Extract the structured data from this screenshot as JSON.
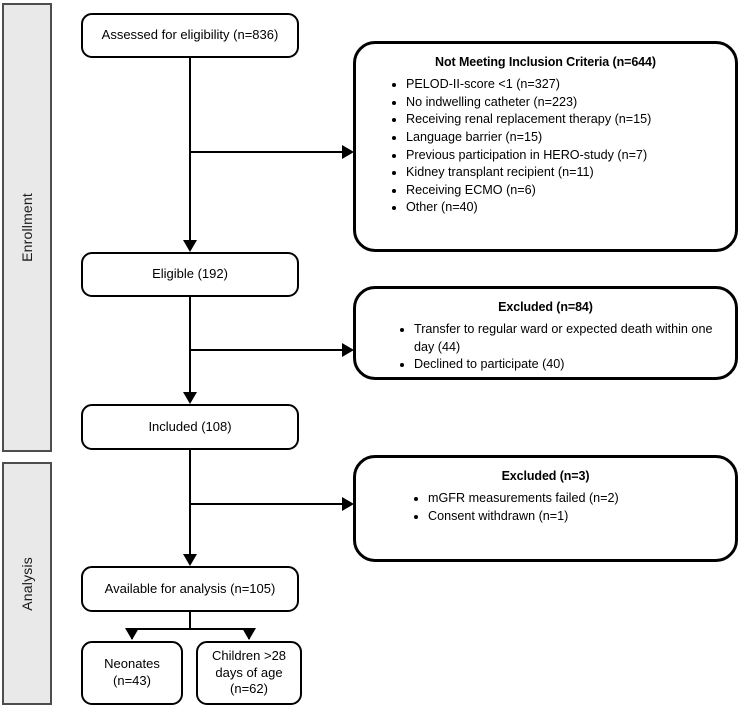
{
  "phases": [
    {
      "label": "Enrollment"
    },
    {
      "label": "Analysis"
    }
  ],
  "flow_nodes": [
    {
      "id": "assessed",
      "text": "Assessed for eligibility (n=836)"
    },
    {
      "id": "eligible",
      "text": "Eligible (192)"
    },
    {
      "id": "included",
      "text": "Included (108)"
    },
    {
      "id": "available",
      "text": "Available for analysis (n=105)"
    }
  ],
  "terminal_nodes": [
    {
      "id": "neonates",
      "line1": "Neonates",
      "line2": "(n=43)"
    },
    {
      "id": "children",
      "line1": "Children >28",
      "line2": "days of age",
      "line3": "(n=62)"
    }
  ],
  "side_nodes": [
    {
      "id": "not-meeting-inclusion-criteria",
      "title": "Not Meeting Inclusion Criteria (n=644)",
      "items": [
        "PELOD-II-score <1 (n=327)",
        "No indwelling catheter (n=223)",
        "Receiving renal replacement therapy (n=15)",
        "Language barrier (n=15)",
        "Previous participation in HERO-study (n=7)",
        "Kidney transplant recipient (n=11)",
        "Receiving ECMO (n=6)",
        "Other (n=40)"
      ]
    },
    {
      "id": "excluded-84",
      "title": "Excluded (n=84)",
      "items": [
        "Transfer to regular ward or expected death within one day (44)",
        "Declined to participate (40)"
      ]
    },
    {
      "id": "excluded-3",
      "title": "Excluded (n=3)",
      "items": [
        "mGFR measurements failed (n=2)",
        "Consent withdrawn (n=1)"
      ]
    }
  ],
  "colors": {
    "phase_bar_fill": "#e9e9e9",
    "phase_bar_border": "#4d4d4d",
    "node_border": "#000000",
    "connector": "#000000",
    "background": "#ffffff"
  }
}
